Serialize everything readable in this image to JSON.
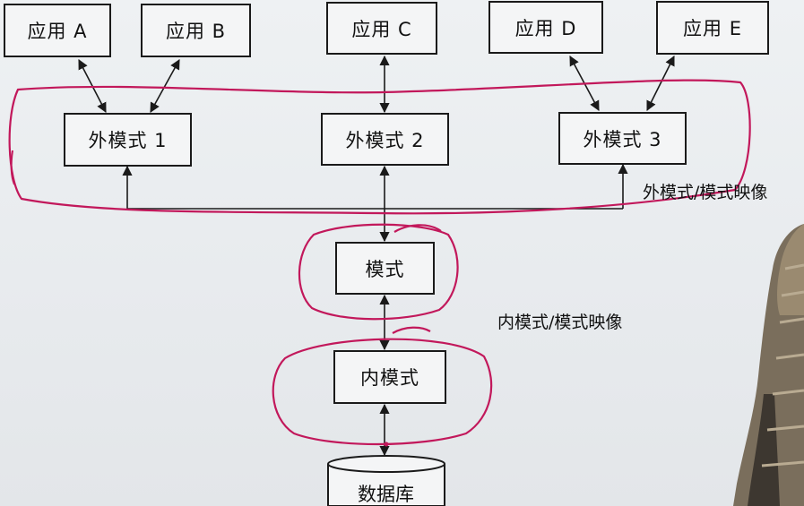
{
  "applications": [
    {
      "label": "应用 A"
    },
    {
      "label": "应用 B"
    },
    {
      "label": "应用 C"
    },
    {
      "label": "应用 D"
    },
    {
      "label": "应用 E"
    }
  ],
  "external_schemas": [
    {
      "label": "外模式 1"
    },
    {
      "label": "外模式 2"
    },
    {
      "label": "外模式 3"
    }
  ],
  "schema": {
    "label": "模式"
  },
  "internal_schema": {
    "label": "内模式"
  },
  "database": {
    "label": "数据库"
  },
  "mappings": {
    "external_schema_mapping": "外模式/模式映像",
    "internal_schema_mapping": "内模式/模式映像"
  },
  "colors": {
    "annotation_ink": "#c2185b",
    "line": "#1a1a1a"
  }
}
